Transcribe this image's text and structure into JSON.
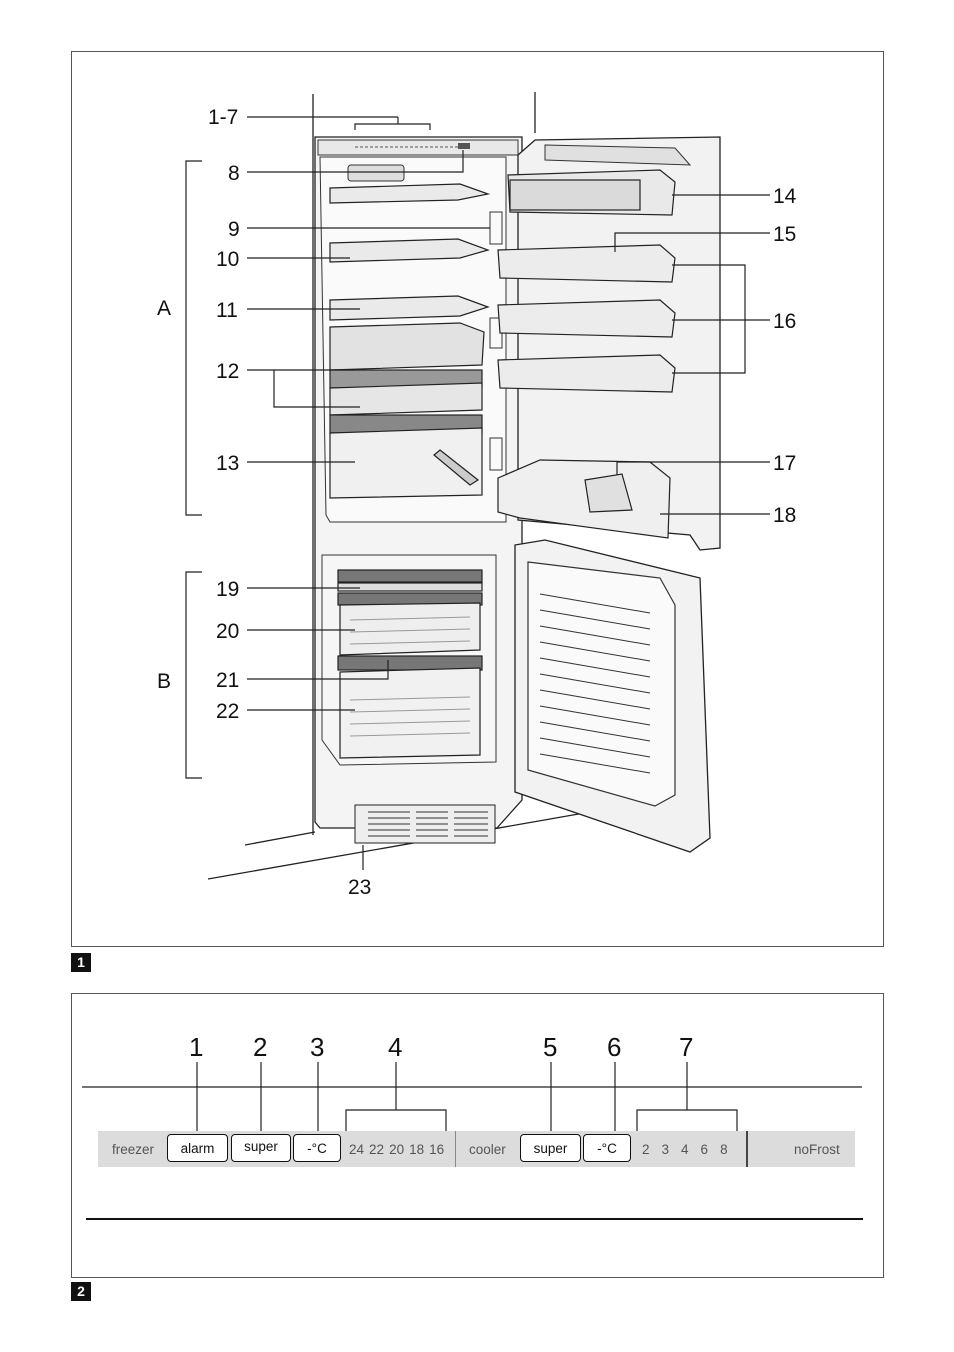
{
  "figure1": {
    "number": "1",
    "group_labels": [
      "A",
      "B"
    ],
    "callouts": [
      "1-7",
      "8",
      "9",
      "10",
      "11",
      "12",
      "13",
      "14",
      "15",
      "16",
      "17",
      "18",
      "19",
      "20",
      "21",
      "22",
      "23"
    ]
  },
  "figure2": {
    "number": "2",
    "callouts": [
      "1",
      "2",
      "3",
      "4",
      "5",
      "6",
      "7"
    ],
    "panel": {
      "freezer_label": "freezer",
      "alarm_button": "alarm",
      "freezer_super_button": "super",
      "freezer_temp_button": "-°C",
      "freezer_scale": [
        "24",
        "22",
        "20",
        "18",
        "16"
      ],
      "cooler_label": "cooler",
      "cooler_super_button": "super",
      "cooler_temp_button": "-°C",
      "cooler_scale": [
        "2",
        "3",
        "4",
        "6",
        "8"
      ],
      "nofrost_label": "noFrost"
    }
  }
}
